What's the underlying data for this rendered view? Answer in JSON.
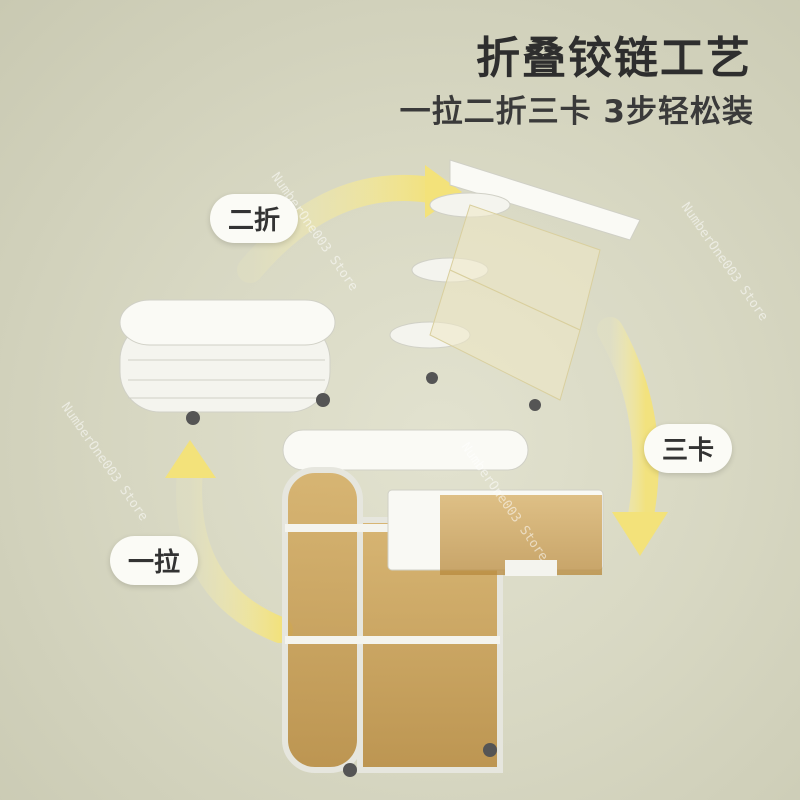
{
  "header": {
    "title": "折叠铰链工艺",
    "subtitle": "一拉二折三卡 3步轻松装"
  },
  "steps": [
    {
      "label": "一拉"
    },
    {
      "label": "二折"
    },
    {
      "label": "三卡"
    }
  ],
  "watermark": "NumberOne003 Store",
  "colors": {
    "background": "#d8d8c3",
    "accent_glow": "#f3e27a",
    "amber_panel": "#c79a4e",
    "white_frame": "#f7f7f2"
  }
}
